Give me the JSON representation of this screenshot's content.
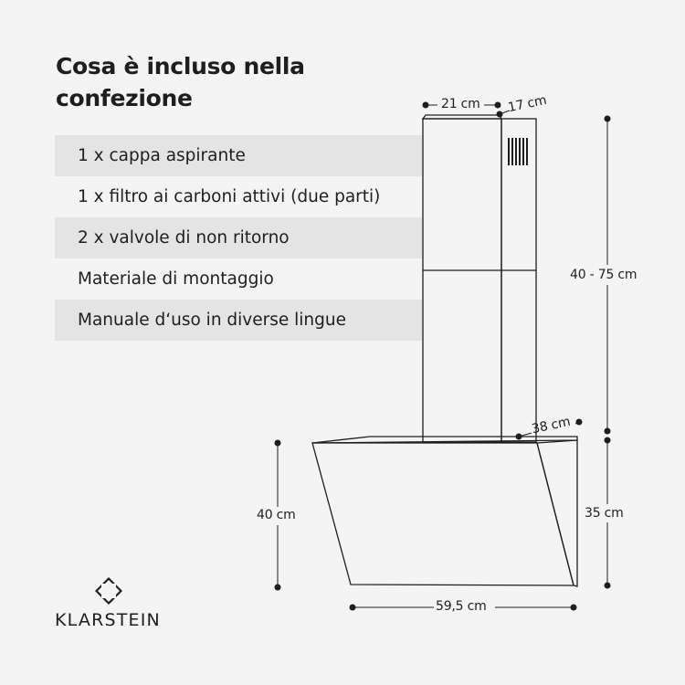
{
  "title": {
    "line1": "Cosa è incluso nella",
    "line2": "confezione"
  },
  "items": [
    {
      "label": "1 x cappa aspirante"
    },
    {
      "label": "1 x filtro ai carboni attivi (due parti)"
    },
    {
      "label": "2 x valvole di non ritorno"
    },
    {
      "label": "Materiale di montaggio"
    },
    {
      "label": "Manuale d‘uso in diverse lingue"
    }
  ],
  "dimensions": {
    "chimney_width": "21 cm",
    "chimney_depth": "17 cm",
    "chimney_height": "40 - 75 cm",
    "hood_depth": "38 cm",
    "hood_height_front": "40 cm",
    "hood_height_back": "35 cm",
    "hood_width": "59,5 cm"
  },
  "brand": "KLARSTEIN",
  "colors": {
    "background": "#f4f4f4",
    "row_shade": "#e4e4e4",
    "text": "#1e1e1e"
  }
}
